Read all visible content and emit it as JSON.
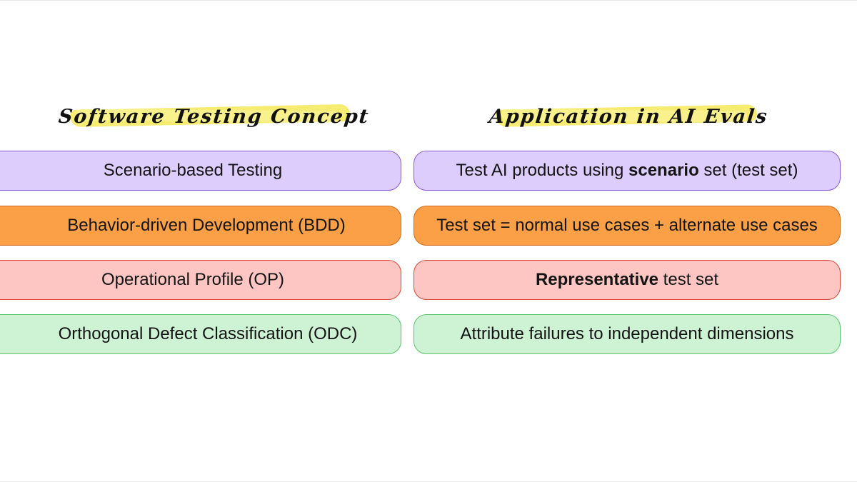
{
  "headings": {
    "left": "Software Testing Concept",
    "right": "Application in AI Evals"
  },
  "colors": {
    "highlighter": "#f6ec72",
    "purple_fill": "#dccdfd",
    "purple_border": "#8a5bd6",
    "orange_fill": "#fba046",
    "orange_border": "#cf6b1c",
    "pink_fill": "#fdc6c2",
    "pink_border": "#d9483a",
    "green_fill": "#cdf2d4",
    "green_border": "#5cc46f"
  },
  "rows": [
    {
      "concept": "Scenario-based Testing",
      "application": {
        "before": "Test AI products using ",
        "bold": "scenario",
        "after": " set (test set)"
      }
    },
    {
      "concept": "Behavior-driven Development (BDD)",
      "application": {
        "before": "Test set = normal use cases + alternate use cases",
        "bold": "",
        "after": ""
      }
    },
    {
      "concept": "Operational Profile (OP)",
      "application": {
        "before": "",
        "bold": "Representative",
        "after": " test set"
      }
    },
    {
      "concept": "Orthogonal Defect Classification (ODC)",
      "application": {
        "before": "Attribute failures to independent dimensions",
        "bold": "",
        "after": ""
      }
    }
  ]
}
